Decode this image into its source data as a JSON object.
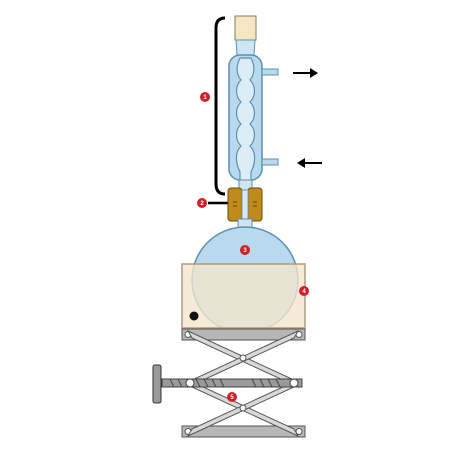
{
  "diagram": {
    "callouts": [
      {
        "id": "1",
        "text": "1"
      },
      {
        "id": "2",
        "text": "2"
      },
      {
        "id": "3",
        "text": "3"
      },
      {
        "id": "4",
        "text": "4"
      },
      {
        "id": "5",
        "text": "5"
      }
    ],
    "water_flow": {
      "outlet_arrow": "right-arrow",
      "inlet_arrow": "left-arrow"
    },
    "colors": {
      "glass": "#b9d9ee",
      "glass_outline": "#5d8fae",
      "liquid": "#a9cfe8",
      "stopper": "#f3e7c4",
      "clip": "#c08a1c",
      "heater": "#f5e6cc",
      "heater_outline": "#b49a7e",
      "metal": "#b7b7b7",
      "metal_dark": "#555555",
      "callout": "#d0202a"
    }
  }
}
